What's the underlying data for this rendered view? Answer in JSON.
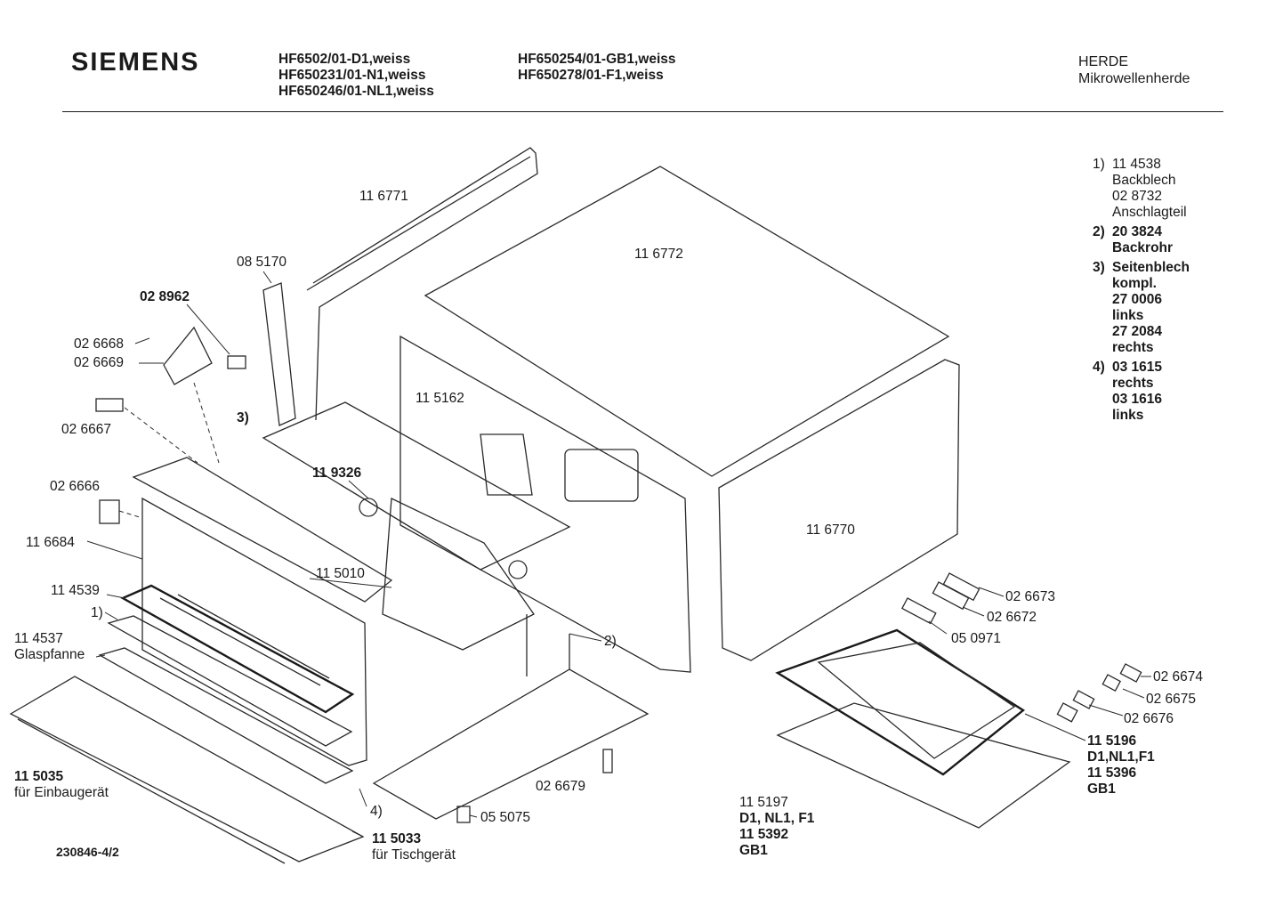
{
  "header": {
    "brand": "SIEMENS",
    "models_col1": [
      "HF6502/01-D1,weiss",
      "HF650231/01-N1,weiss",
      "HF650246/01-NL1,weiss"
    ],
    "models_col2": [
      "HF650254/01-GB1,weiss",
      "HF650278/01-F1,weiss"
    ],
    "category": "HERDE",
    "subcategory": "Mikrowellenherde"
  },
  "legend": [
    {
      "num": "1)",
      "lines": [
        "11 4538",
        "Backblech",
        "02 8732",
        "Anschlagteil"
      ],
      "bold": false
    },
    {
      "num": "2)",
      "lines": [
        "20 3824",
        "Backrohr"
      ],
      "bold": true
    },
    {
      "num": "3)",
      "lines": [
        "Seitenblech",
        "kompl.",
        "27 0006",
        "links",
        "27 2084",
        "rechts"
      ],
      "bold": true
    },
    {
      "num": "4)",
      "lines": [
        "03 1615",
        "rechts",
        "03 1616",
        "links"
      ],
      "bold": true
    }
  ],
  "labels": {
    "p116771": "11 6771",
    "p085170": "08 5170",
    "p028962": "02 8962",
    "p026668": "02 6668",
    "p026669": "02 6669",
    "p026667": "02 6667",
    "ref3": "3)",
    "p026666": "02 6666",
    "p116684": "11 6684",
    "p114539": "11 4539",
    "ref1": "1)",
    "p114537": "11 4537",
    "glaspfanne": "Glaspfanne",
    "p115035": "11 5035",
    "einbau": "für Einbaugerät",
    "docnum": "230846-4/2",
    "p115033": "11 5033",
    "tisch": "für Tischgerät",
    "p055075": "05 5075",
    "ref4": "4)",
    "p026679": "02 6679",
    "ref2": "2)",
    "p115010": "11 5010",
    "p119326": "11 9326",
    "p115162": "11 5162",
    "p116772": "11 6772",
    "p116770": "11 6770",
    "p026673": "02 6673",
    "p026672": "02 6672",
    "p050971": "05 0971",
    "p026674": "02 6674",
    "p026675": "02 6675",
    "p026676": "02 6676",
    "p115196": "11 5196",
    "v115196": "D1,NL1,F1",
    "p115396": "11 5396",
    "v115396": "GB1",
    "p115197": "11 5197",
    "v115197": "D1, NL1, F1",
    "p115392": "11 5392",
    "v115392": "GB1"
  }
}
